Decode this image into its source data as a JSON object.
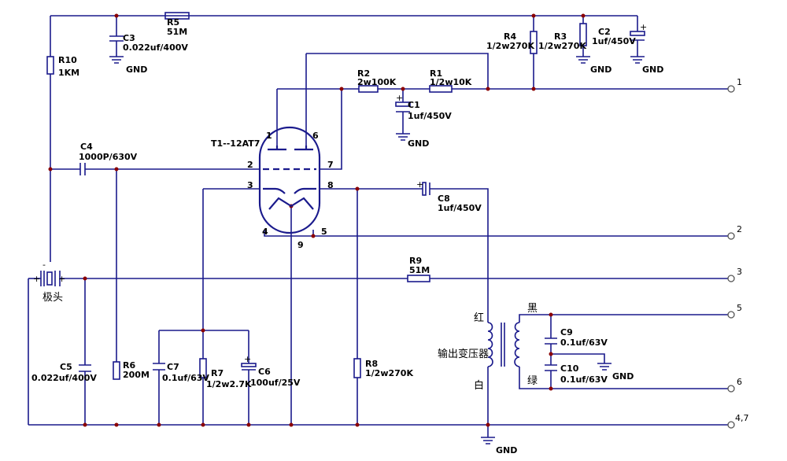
{
  "components": {
    "r5": {
      "name": "R5",
      "value": "51M"
    },
    "r10": {
      "name": "R10",
      "value": "1KM"
    },
    "c3": {
      "name": "C3",
      "value": "0.022uf/400V",
      "gnd": "GND"
    },
    "r4": {
      "name": "R4",
      "value": "1/2w270K"
    },
    "r3": {
      "name": "R3",
      "value": "1/2w270K"
    },
    "c2": {
      "name": "C2",
      "value": "1uf/450V",
      "gnd": "GND"
    },
    "gnd_r3": "GND",
    "r2": {
      "name": "R2",
      "value": "2w100K"
    },
    "r1": {
      "name": "R1",
      "value": "1/2w10K"
    },
    "c1": {
      "name": "C1",
      "value": "1uf/450V",
      "gnd": "GND"
    },
    "t1": {
      "name": "T1--12AT7"
    },
    "c4": {
      "name": "C4",
      "value": "1000P/630V"
    },
    "c8": {
      "name": "C8",
      "value": "1uf/450V"
    },
    "r9": {
      "name": "R9",
      "value": "51M"
    },
    "c5": {
      "name": "C5",
      "value": "0.022uf/400V"
    },
    "r6": {
      "name": "R6",
      "value": "200M"
    },
    "c7": {
      "name": "C7",
      "value": "0.1uf/63V"
    },
    "r7": {
      "name": "R7",
      "value": "1/2w2.7K"
    },
    "c6": {
      "name": "C6",
      "value": "100uf/25V"
    },
    "r8": {
      "name": "R8",
      "value": "1/2w270K"
    },
    "c9": {
      "name": "C9",
      "value": "0.1uf/63V"
    },
    "c10": {
      "name": "C10",
      "value": "0.1uf/63V"
    },
    "gnd_c9": "GND",
    "gnd_main": "GND"
  },
  "tube_pins": [
    "1",
    "6",
    "2",
    "7",
    "3",
    "8",
    "4",
    "5",
    "9"
  ],
  "capsule": {
    "label": "极头",
    "minus": "-",
    "plus_left": "+",
    "plus_right": "+"
  },
  "transformer": {
    "label": "输出变压器",
    "red": "红",
    "white": "白",
    "black": "黑",
    "green": "绿"
  },
  "terminals": [
    "1",
    "2",
    "3",
    "5",
    "6",
    "4,7"
  ]
}
